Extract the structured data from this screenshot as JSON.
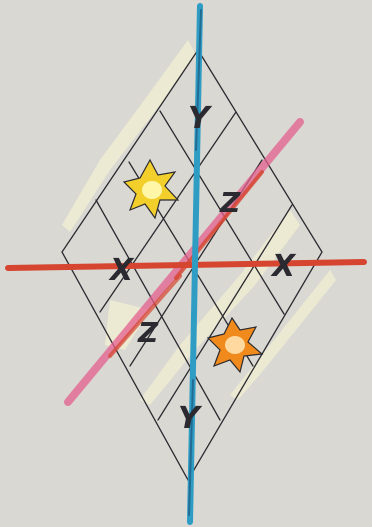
{
  "diagram": {
    "axes": [
      {
        "name": "x",
        "label": "X",
        "color": "#d6452f"
      },
      {
        "name": "y",
        "label": "Y",
        "color": "#2f9cc4"
      },
      {
        "name": "z",
        "label": "Z",
        "color": "#e4608f"
      }
    ],
    "label_color": "#2b2a30",
    "paper_color": "#d9d8d3",
    "pencil_color": "#2b2a30",
    "highlight_color": "#f0edd2",
    "stars": [
      {
        "name": "yellow-star",
        "color": "#f2cf2a",
        "core": "#fff6a8"
      },
      {
        "name": "orange-star",
        "color": "#f08a1c",
        "core": "#ffd9a0"
      }
    ]
  }
}
